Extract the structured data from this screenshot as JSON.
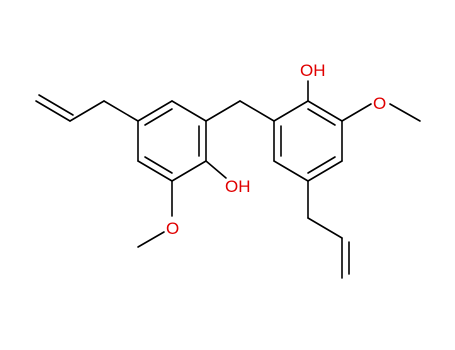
{
  "molecule": {
    "atom_labels": {
      "oh_left": "OH",
      "oh_right": "OH",
      "o_left_methoxy": "O",
      "o_right_methoxy": "O"
    },
    "colors": {
      "bond": "#000000",
      "heteroatom": "#e00000",
      "background": "#ffffff"
    }
  }
}
